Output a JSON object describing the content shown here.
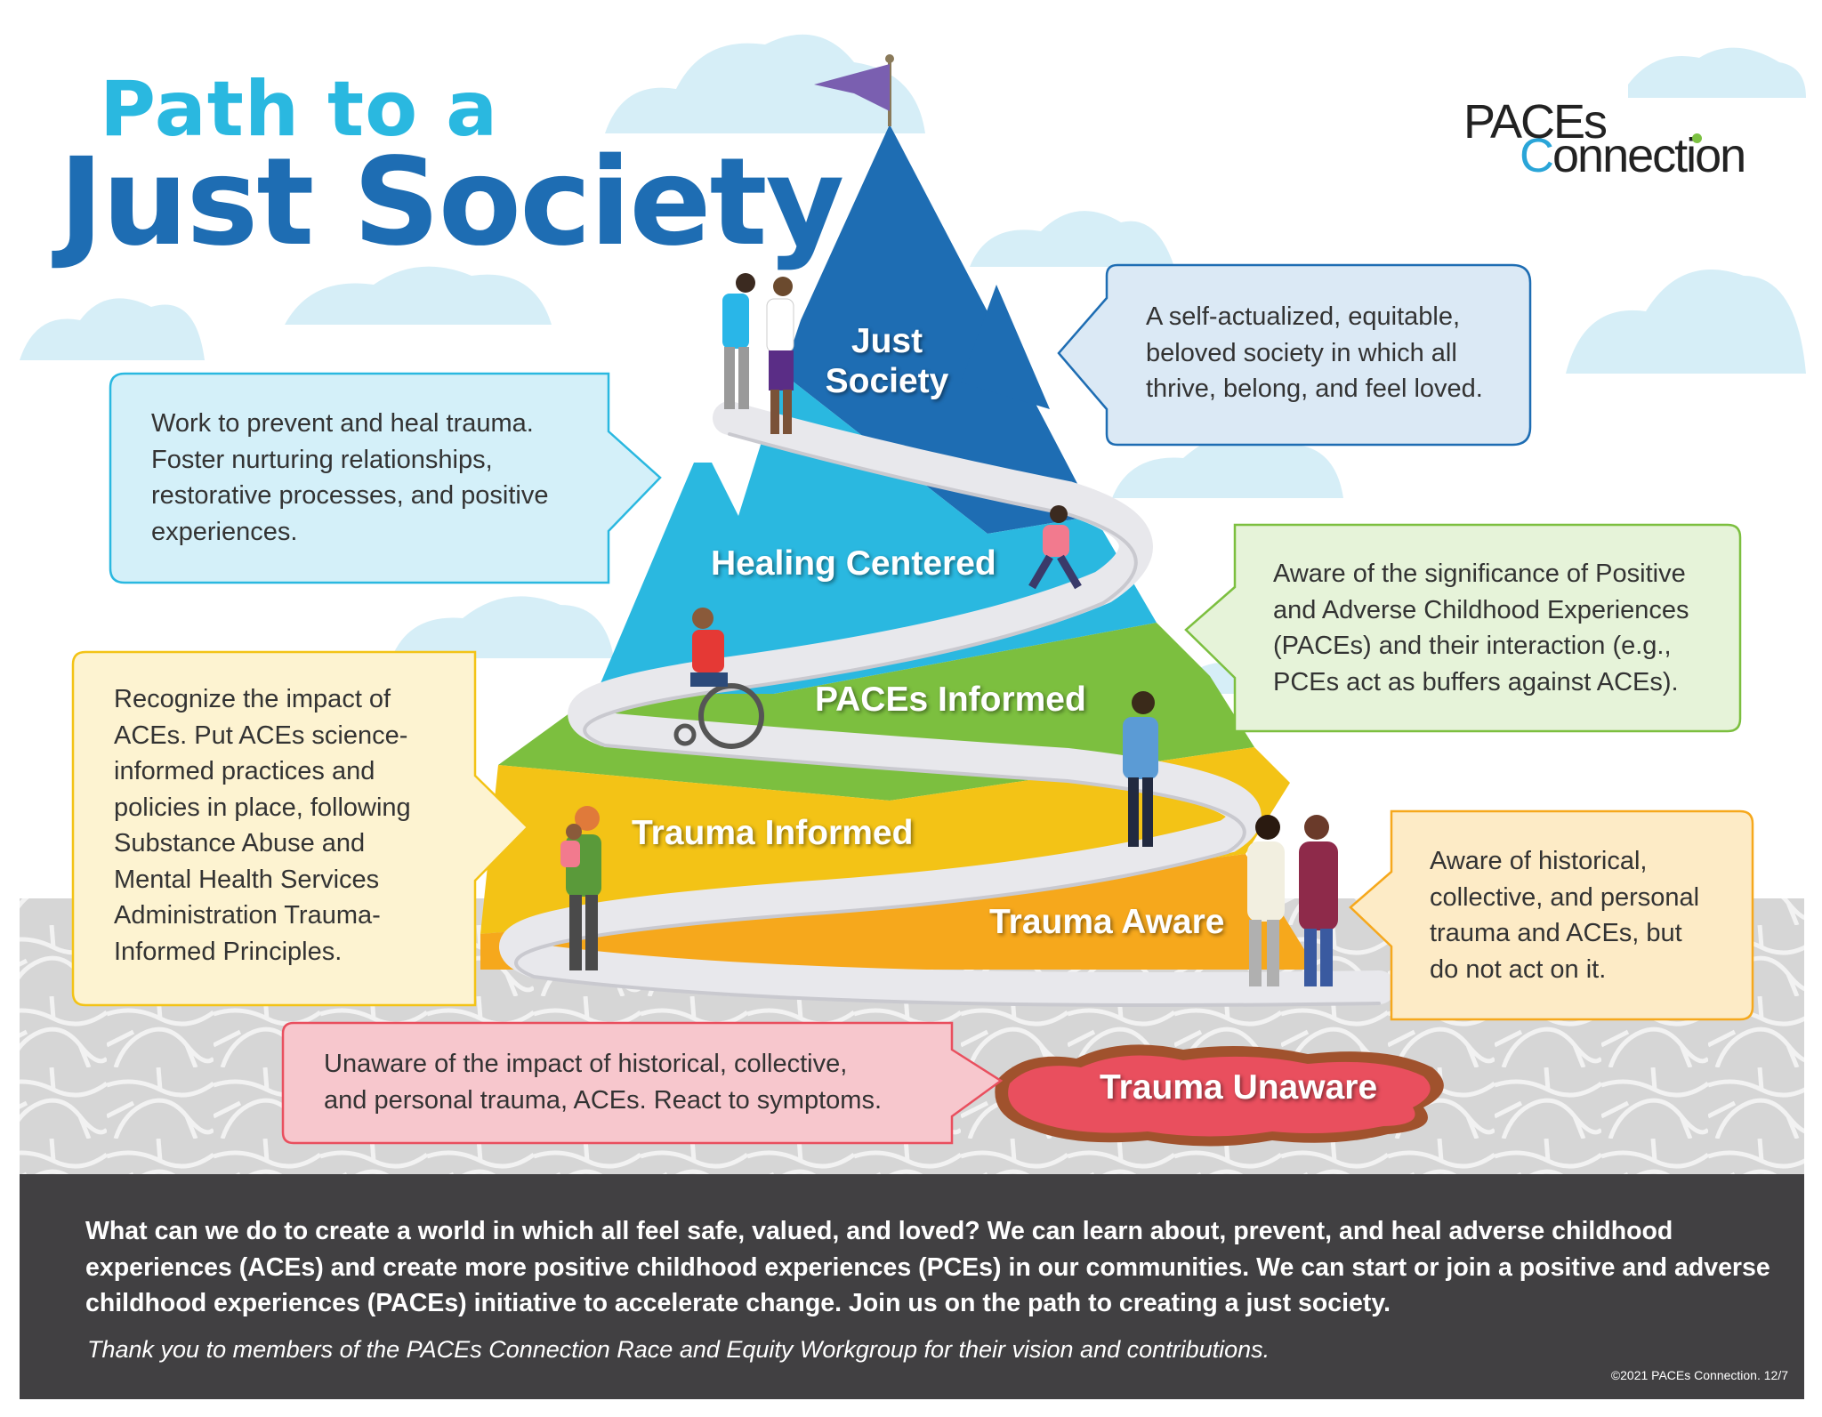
{
  "title": {
    "line1": "Path to a",
    "line2": "Just Society"
  },
  "logo": {
    "line1": "PACEs",
    "line2_first": "C",
    "line2_rest": "onnection"
  },
  "levels": {
    "just_society": [
      "Just",
      "Society"
    ],
    "healing_centered": "Healing Centered",
    "paces_informed": "PACEs Informed",
    "trauma_informed": "Trauma Informed",
    "trauma_aware": "Trauma Aware",
    "trauma_unaware": "Trauma Unaware"
  },
  "descriptions": {
    "just_society": [
      "A self-actualized, equitable,",
      "beloved society in which all",
      "thrive, belong, and feel loved."
    ],
    "healing_centered": [
      "Work to prevent and heal trauma.",
      "Foster nurturing relationships,",
      "restorative processes, and positive",
      "experiences."
    ],
    "paces_informed": [
      "Aware of the significance of Positive",
      "and Adverse Childhood Experiences",
      "(PACEs) and their interaction (e.g.,",
      "PCEs act as buffers against ACEs)."
    ],
    "trauma_informed": [
      "Recognize the impact of",
      "ACEs. Put ACEs science-",
      "informed practices and",
      "policies in place, following",
      "Substance Abuse and",
      "Mental Health Services",
      "Administration Trauma-",
      "Informed Principles."
    ],
    "trauma_aware": [
      "Aware of historical,",
      "collective, and personal",
      "trauma and ACEs, but",
      "do not act on it."
    ],
    "trauma_unaware": [
      "Unaware of the impact of historical, collective,",
      "and personal trauma, ACEs. React to symptoms."
    ]
  },
  "footer": {
    "main_text": "What can we do to create a world in which all feel safe, valued, and loved? We can learn about, prevent, and heal adverse childhood experiences (ACEs) and create more positive childhood experiences (PCEs) in our communities. We can start or join a positive and adverse childhood experiences (PACEs) initiative to accelerate change. Join us on the path to creating a just society.",
    "thanks": "Thank you to members of the PACEs Connection Race and Equity Workgroup for their vision and contributions.",
    "copyright": "©2021 PACEs Connection. 12/7"
  },
  "colors": {
    "title_light": "#2ab8e0",
    "title_dark": "#1e6db3",
    "just_society": "#1e6db3",
    "healing_centered": "#2ab8e0",
    "paces_informed": "#7cbf3f",
    "trauma_informed": "#f3c316",
    "trauma_aware": "#f6a81c",
    "trauma_unaware": "#e94f5e",
    "footer_bg": "#414042"
  }
}
